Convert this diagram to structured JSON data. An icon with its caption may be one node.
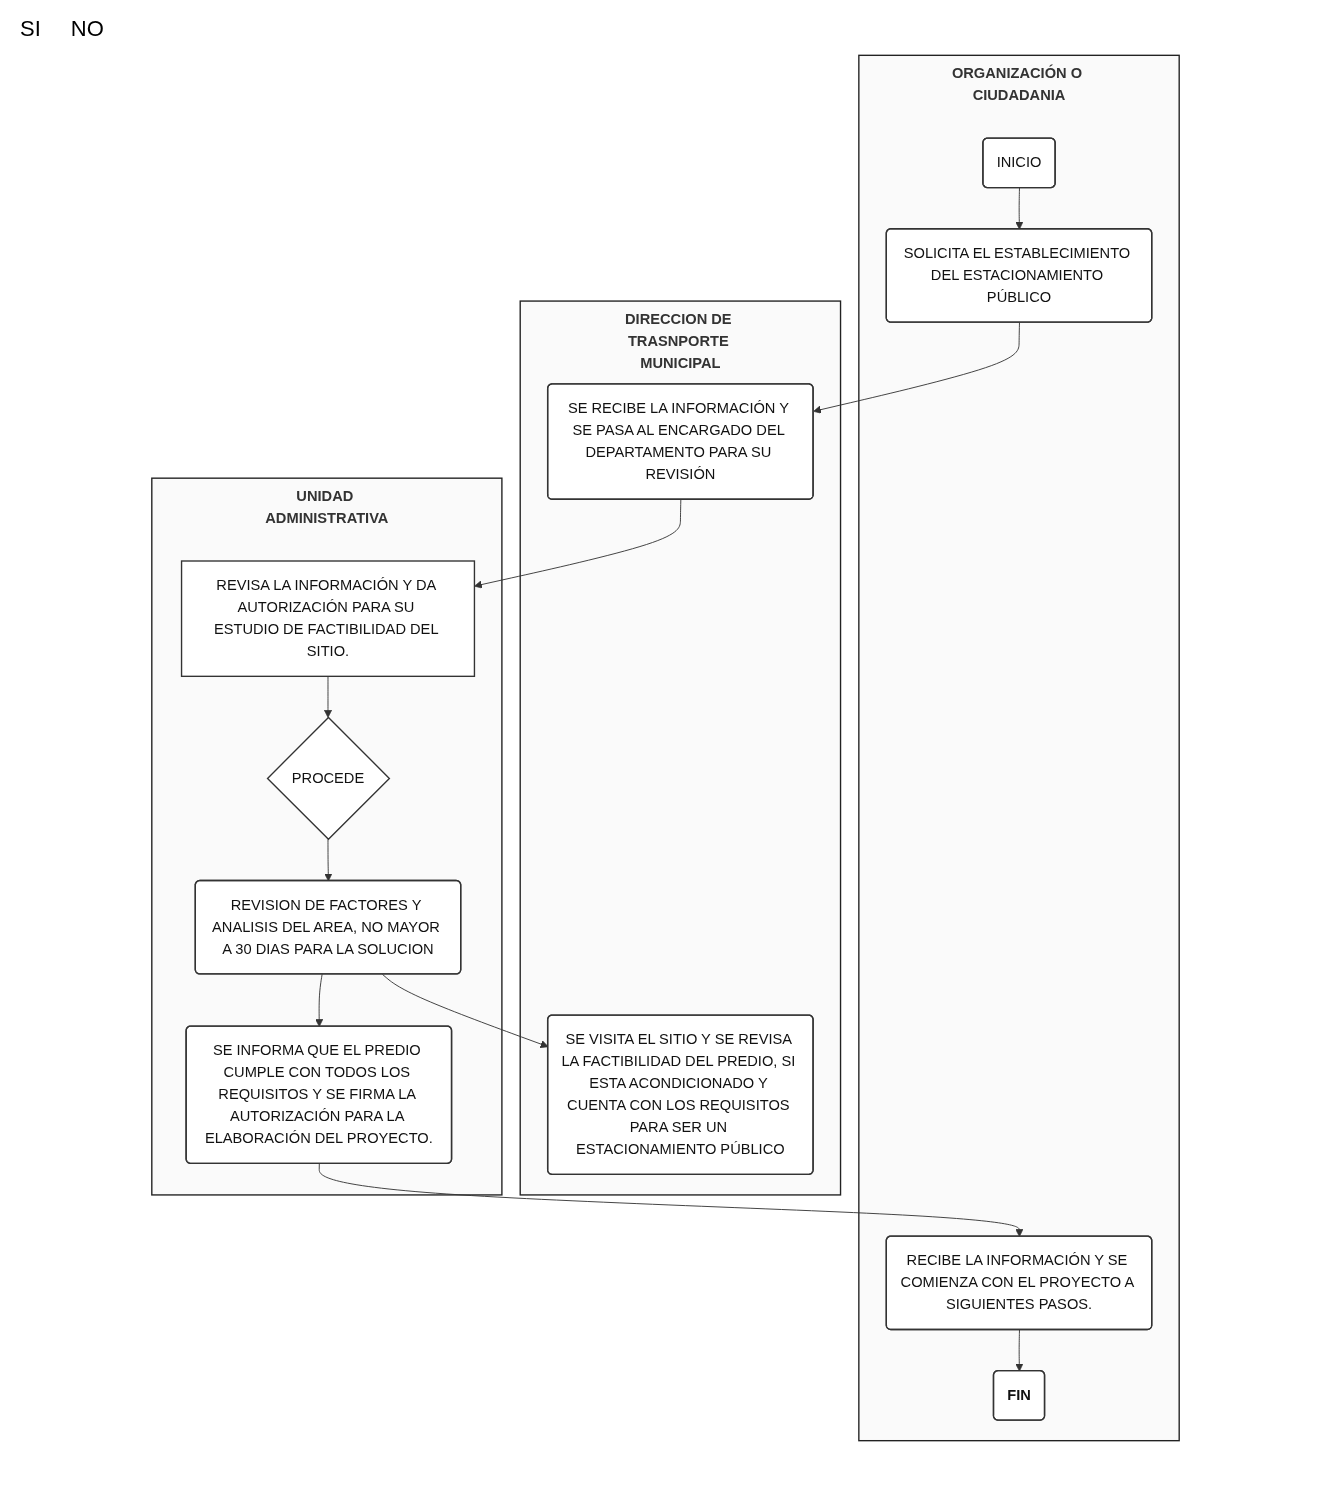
{
  "diagram": {
    "nodes": [
      {
        "text": [
          "ORGANIZACIÓN O CIUDADANIA"
        ]
      },
      {
        "text": [
          "DIRECCION DE TRASNPORTE MUNICIPAL"
        ]
      },
      {
        "text": [
          "UNIDAD ADMINISTRATIVA"
        ]
      },
      {
        "text": [
          "INICIO"
        ],
        "in": 0
      },
      {
        "text": [
          "REVISA LA INFORMACIÓN Y DA AUTORIZACIÓN PARA SU ESTUDIO DE FACTIBILIDAD DEL SITIO."
        ],
        "in": 2
      },
      {
        "text": [
          "SE RECIBE LA INFORMACIÓN Y SE PASA AL ENCARGADO DEL DEPARTAMENTO PARA SU REVISIÓN"
        ],
        "in": 1
      },
      {
        "text": [
          "SOLICITA EL ESTABLECIMIENTO DEL ESTACIONAMIENTO PÚBLICO"
        ],
        "in": 0
      },
      {
        "text": [
          "PROCEDE"
        ],
        "in": 2
      },
      {
        "text": [
          "SE VISITA EL SITIO Y SE REVISA LA FACTIBILIDAD DEL PREDIO, SI ESTA ACONDICIONADO Y CUENTA CON LOS REQUISITOS PARA SER UN ESTACIONAMIENTO PÚBLICO"
        ],
        "in": 1
      },
      {
        "text": [
          "REVISION DE FACTORES Y ANALISIS DEL AREA, NO MAYOR A 30 DIAS PARA LA SOLUCION"
        ],
        "in": 2
      },
      {
        "text": [
          "RECIBE LA INFORMACIÓN Y SE COMIENZA CON EL PROYECTO A SIGUIENTES PASOS."
        ],
        "in": 0
      },
      {
        "text": [
          "SE INFORMA QUE EL PREDIO CUMPLE CON TODOS LOS REQUISITOS Y SE FIRMA LA AUTORIZACIÓN PARA LA ELABORACIÓN DEL PROYECTO."
        ],
        "in": 2
      },
      {
        "text": [
          "FIN"
        ],
        "in": 0
      }
    ],
    "edges": [
      {
        "from": 3,
        "to": 6,
        "arrow": "to"
      },
      {
        "from": 6,
        "to": 5,
        "arrow": "to"
      },
      {
        "from": 5,
        "to": 4,
        "arrow": "to"
      },
      {
        "from": 4,
        "to": 7,
        "arrow": "to"
      },
      {
        "from": 7,
        "to": 9,
        "arrow": "to"
      },
      {
        "from": 9,
        "to": 8,
        "arrow": "to"
      },
      {
        "from": 9,
        "to": 11,
        "arrow": "to"
      },
      {
        "from": 11,
        "to": 10,
        "arrow": "to"
      },
      {
        "from": 10,
        "to": 12,
        "arrow": "to"
      }
    ],
    "labels": [
      "SI",
      "NO"
    ]
  }
}
